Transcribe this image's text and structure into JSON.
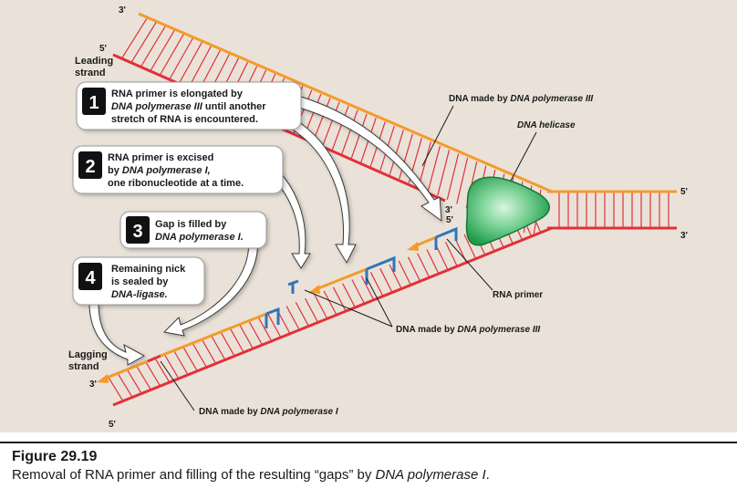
{
  "figure": {
    "labels": {
      "top_3prime": "3'",
      "top_5prime": "5'",
      "leading_strand": [
        "Leading",
        "strand"
      ],
      "right_5prime": "5'",
      "right_3prime": "3'",
      "fork_3prime": "3'",
      "fork_5prime": "5'",
      "lagging_strand": [
        "Lagging",
        "strand"
      ],
      "bottom_3prime": "3'",
      "bottom_5prime": "5'",
      "dna_pol3_top": [
        "DNA made by ",
        "DNA polymerase III"
      ],
      "dna_helicase": "DNA helicase",
      "rna_primer": "RNA primer",
      "dna_pol3_bottom": [
        "DNA made by ",
        "DNA polymerase III"
      ],
      "dna_pol1": [
        "DNA made by ",
        "DNA polymerase I"
      ]
    },
    "steps": [
      {
        "number": "1",
        "lines": [
          [
            "RNA primer is elongated by",
            ""
          ],
          [
            "DNA polymerase III",
            " until another"
          ],
          [
            "stretch of RNA is encountered.",
            ""
          ]
        ],
        "italic_first": [
          false,
          true,
          false
        ]
      },
      {
        "number": "2",
        "lines": [
          [
            "RNA primer is excised",
            ""
          ],
          [
            "by ",
            "DNA polymerase I,"
          ],
          [
            "one ribonucleotide at a time.",
            ""
          ]
        ],
        "italic_second": [
          false,
          true,
          false
        ]
      },
      {
        "number": "3",
        "lines": [
          [
            "Gap is filled by",
            ""
          ],
          [
            "DNA polymerase I.",
            ""
          ]
        ],
        "italic_first": [
          false,
          true
        ]
      },
      {
        "number": "4",
        "lines": [
          [
            "Remaining nick",
            ""
          ],
          [
            "is sealed by",
            ""
          ],
          [
            "DNA-ligase.",
            ""
          ]
        ],
        "italic_first": [
          false,
          false,
          true
        ]
      }
    ]
  },
  "caption": {
    "title": "Figure 29.19",
    "text_plain": "Removal of RNA primer and filling of the resulting “gaps” by ",
    "text_italic": "DNA polymerase I",
    "text_end": "."
  },
  "colors": {
    "background": "#eae2d8",
    "orange_strand": "#f49b2a",
    "red_strand": "#e2303a",
    "rna_primer_blue": "#2f76b8",
    "helicase_green": "#2fb15a",
    "step_box_black": "#111111"
  }
}
